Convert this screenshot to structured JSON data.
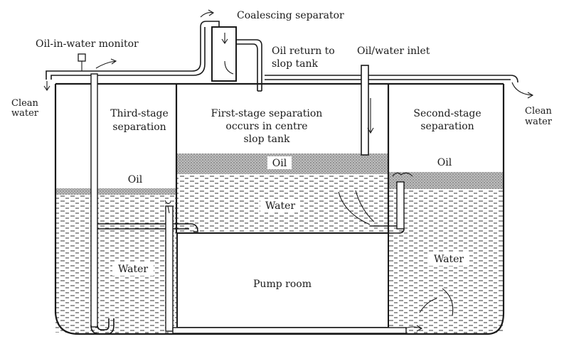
{
  "labels": {
    "coalescing": "Coalescing separator",
    "oil_monitor": "Oil-in-water monitor",
    "oil_return_1": "Oil return to",
    "oil_return_2": "slop tank",
    "inlet": "Oil/water inlet",
    "clean_left_1": "Clean",
    "clean_left_2": "water",
    "clean_right_1": "Clean",
    "clean_right_2": "water",
    "third_1": "Third-stage",
    "third_2": "separation",
    "first_1": "First-stage separation",
    "first_2": "occurs in centre",
    "first_3": "slop tank",
    "second_1": "Second-stage",
    "second_2": "separation",
    "oil_left": "Oil",
    "oil_center": "Oil",
    "oil_right": "Oil",
    "water_center": "Water",
    "water_left": "Water",
    "water_right": "Water",
    "pump_room": "Pump room"
  }
}
